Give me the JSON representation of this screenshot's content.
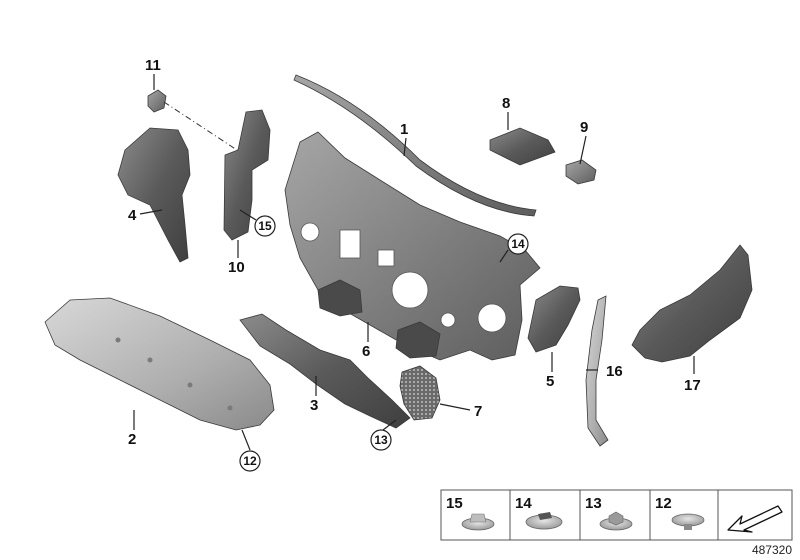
{
  "labels": {
    "p1": "1",
    "p2": "2",
    "p3": "3",
    "p4": "4",
    "p5": "5",
    "p6": "6",
    "p7": "7",
    "p8": "8",
    "p9": "9",
    "p10": "10",
    "p11": "11",
    "p12": "12",
    "p13": "13",
    "p14": "14",
    "p15": "15",
    "p16": "16",
    "p17": "17",
    "c15": "15",
    "c14": "14",
    "c13": "13",
    "c12": "12"
  },
  "legend": {
    "items": [
      "15",
      "14",
      "13",
      "12"
    ]
  },
  "document_number": "487320"
}
